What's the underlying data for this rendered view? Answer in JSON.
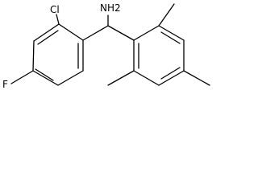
{
  "molecule": {
    "labels": {
      "chlorine": "Cl",
      "amine": "NH2",
      "fluorine": "F"
    },
    "colors": {
      "bond": "#000000",
      "text": "#000000",
      "background": "#ffffff"
    }
  }
}
